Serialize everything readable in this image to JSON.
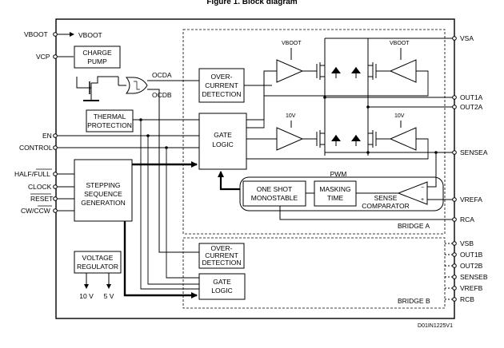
{
  "figure_title": "Figure 1. Block diagram",
  "left_pins": {
    "vboot": "VBOOT",
    "vcp": "VCP",
    "en": "EN",
    "control": "CONTROL",
    "half_full": "HALF/FULL",
    "clock": "CLOCK",
    "reset": "RESET",
    "cw_ccw": "CW/CCW"
  },
  "right_pins_a": {
    "vs": "VSA",
    "out1": "OUT1A",
    "out2": "OUT2A",
    "sense": "SENSEA",
    "vref": "VREFA",
    "rc": "RCA"
  },
  "right_pins_b": {
    "vs": "VSB",
    "out1": "OUT1B",
    "out2": "OUT2B",
    "sense": "SENSEB",
    "vref": "VREFB",
    "rc": "RCB"
  },
  "blocks": {
    "charge_pump": [
      "CHARGE",
      "PUMP"
    ],
    "thermal": [
      "THERMAL",
      "PROTECTION"
    ],
    "overcurrent_a": [
      "OVER-",
      "CURRENT",
      "DETECTION"
    ],
    "gate_logic_a": [
      "GATE",
      "LOGIC"
    ],
    "stepping": [
      "STEPPING",
      "SEQUENCE",
      "GENERATION"
    ],
    "one_shot": [
      "ONE SHOT",
      "MONOSTABLE"
    ],
    "masking": [
      "MASKING",
      "TIME"
    ],
    "sense_comp": [
      "SENSE",
      "COMPARATOR"
    ],
    "voltage_reg": [
      "VOLTAGE",
      "REGULATOR"
    ],
    "overcurrent_b": [
      "OVER-",
      "CURRENT",
      "DETECTION"
    ],
    "gate_logic_b": [
      "GATE",
      "LOGIC"
    ]
  },
  "labels": {
    "vboot_out": "VBOOT",
    "ocd_a": "OCDA",
    "ocd_b": "OCDB",
    "pwm": "PWM",
    "bridge_a": "BRIDGE A",
    "bridge_b": "BRIDGE B",
    "vboot_high": "VBOOT",
    "vboot_high2": "VBOOT",
    "ten_v_left": "10V",
    "ten_v_right": "10V",
    "reg_10v": "10 V",
    "reg_5v": "5 V",
    "code": "D01IN1225V1"
  }
}
